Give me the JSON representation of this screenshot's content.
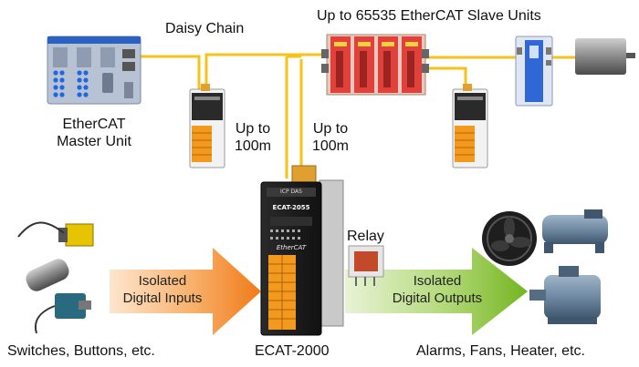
{
  "labels": {
    "daisy_chain": "Daisy Chain",
    "slave_units": "Up to 65535 EtherCAT Slave Units",
    "master_line1": "EtherCAT",
    "master_line2": "Master Unit",
    "upto_a_line1": "Up to",
    "upto_a_line2": "100m",
    "upto_b_line1": "Up to",
    "upto_b_line2": "100m",
    "relay": "Relay",
    "inputs_line1": "Isolated",
    "inputs_line2": "Digital Inputs",
    "outputs_line1": "Isolated",
    "outputs_line2": "Digital Outputs",
    "sources": "Switches, Buttons, etc.",
    "device_name": "ECAT-2000",
    "loads": "Alarms, Fans, Heater, etc."
  },
  "device_marks": {
    "model_text": "ECAT-2055",
    "brand_text": "EtherCAT",
    "logo_text": "ICP DAS"
  },
  "colors": {
    "cable": "#f7c21a",
    "master_frame": "#a9b5c9",
    "master_top": "#2b62c2",
    "master_led": "#1f66e0",
    "slave_red": "#e0413a",
    "terminal_orange": "#f39a1e",
    "input_arrow": "#f07a18",
    "output_arrow": "#74b520"
  }
}
